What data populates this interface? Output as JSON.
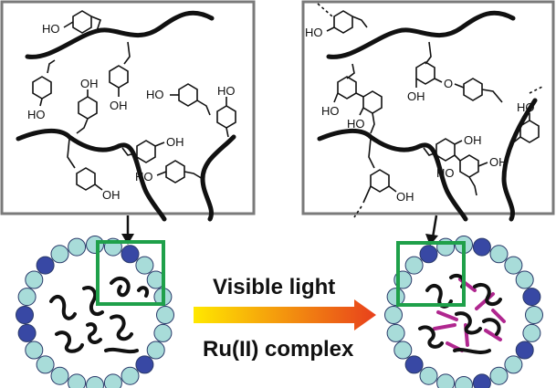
{
  "arrow": {
    "condition_top": "Visible light",
    "condition_bottom": "Ru(II) complex",
    "gradient_start": "#ffe800",
    "gradient_end": "#e8401c"
  },
  "chemistry": {
    "hydroxyl_label": "HO",
    "hydroxyl_label_right": "OH",
    "ether_label": "O"
  },
  "colors": {
    "panel_border": "#7a7a7a",
    "zoom_box": "#1fa04a",
    "bead_light": "#a8dcd9",
    "bead_dark": "#3848a4",
    "crosslink": "#b0278f",
    "polymer": "#111111"
  }
}
